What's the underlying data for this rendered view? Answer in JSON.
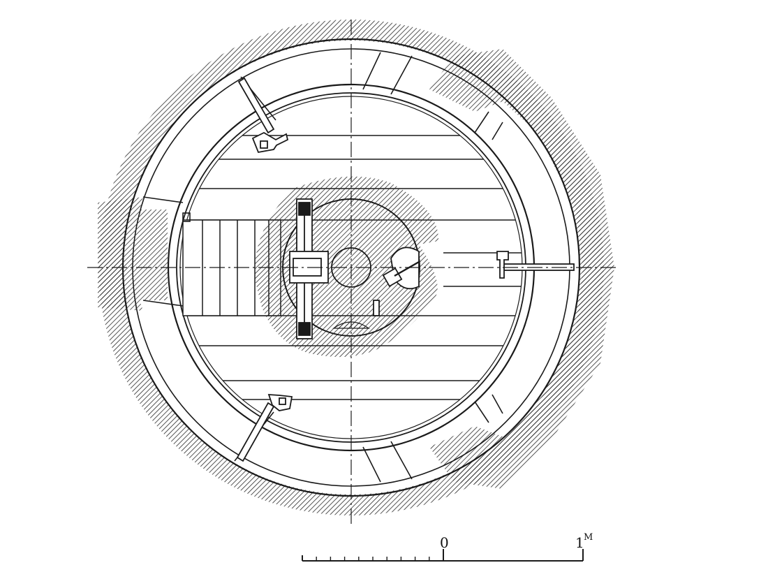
{
  "diagram": {
    "kind": "plan section of circular gun turret",
    "colors": {
      "ink": "#1a1a1a",
      "paper": "#ffffff",
      "hatch": "#2a2a2a"
    }
  },
  "scale_bar": {
    "zero_label": "0",
    "one_label": "1",
    "unit_label": "M",
    "minor_divisions": 10
  }
}
